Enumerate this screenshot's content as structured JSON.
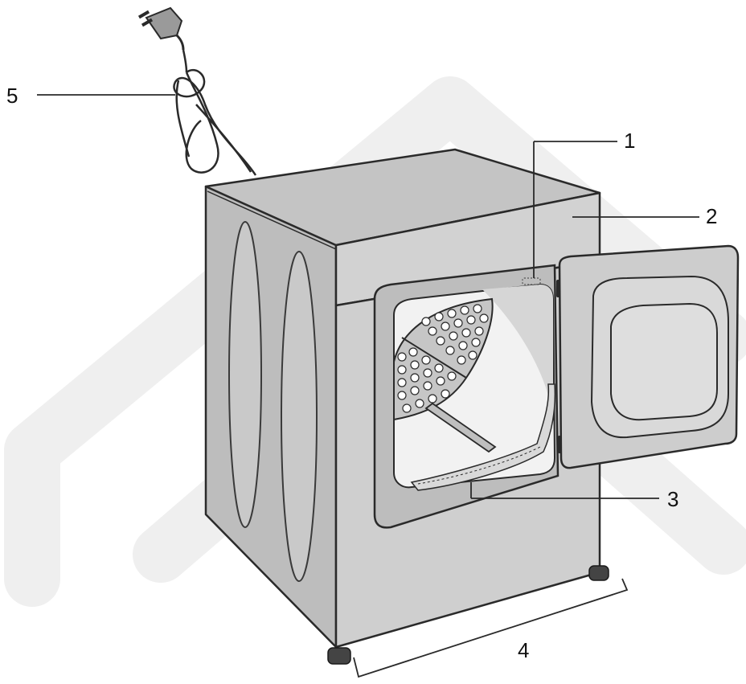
{
  "callouts": {
    "c1": "1",
    "c2": "2",
    "c3": "3",
    "c4": "4",
    "c5": "5"
  },
  "colors": {
    "outline": "#2a2a2a",
    "cabinet_side": "#bdbdbd",
    "cabinet_front": "#cfcfcf",
    "top_panel": "#c4c4c4",
    "drum_interior": "#f2f2f2",
    "door_window": "#dedede",
    "watermark": "#eeeeee"
  }
}
